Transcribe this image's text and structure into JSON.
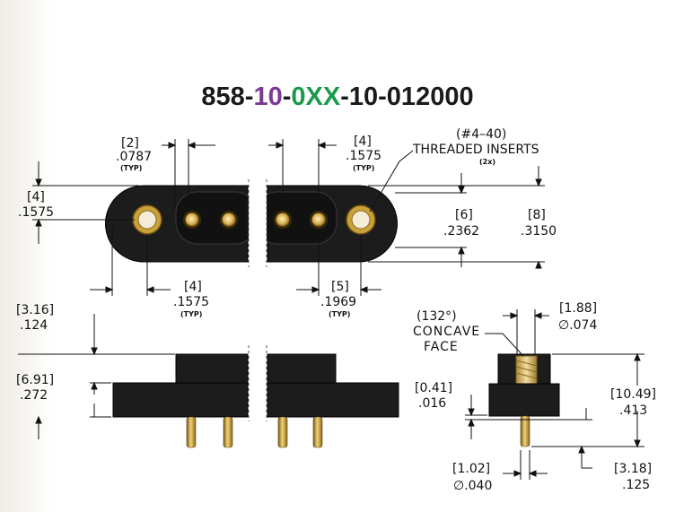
{
  "title": {
    "p1": "858-",
    "p2": "10",
    "p3": "-",
    "p4": "0XX",
    "p5": "-10-012000",
    "colors": {
      "base": "#1a1a1a",
      "purple": "#7b3a96",
      "green": "#1a9a4a"
    }
  },
  "dims": {
    "d1": {
      "mm": "[2]",
      "in": ".0787",
      "note": "(TYP)"
    },
    "d2": {
      "mm": "[4]",
      "in": ".1575",
      "note": "(TYP)"
    },
    "d3": {
      "line1": "(#4–40)",
      "line2": "THREADED INSERTS",
      "note": "(2x)"
    },
    "d4": {
      "mm": "[4]",
      "in": ".1575"
    },
    "d5": {
      "mm": "[6]",
      "in": ".2362"
    },
    "d6": {
      "mm": "[8]",
      "in": ".3150"
    },
    "d7": {
      "mm": "[4]",
      "in": ".1575",
      "note": "(TYP)"
    },
    "d8": {
      "mm": "[5]",
      "in": ".1969",
      "note": "(TYP)"
    },
    "d9": {
      "mm": "[3.16]",
      "in": ".124"
    },
    "d10": {
      "mm": "[6.91]",
      "in": ".272"
    },
    "d11": {
      "line1": "(132°)",
      "line2": "CONCAVE",
      "line3": "FACE"
    },
    "d12": {
      "mm": "[1.88]",
      "in": "∅.074"
    },
    "d13": {
      "mm": "[0.41]",
      "in": ".016"
    },
    "d14": {
      "mm": "[10.49]",
      "in": ".413"
    },
    "d15": {
      "mm": "[1.02]",
      "in": "∅.040"
    },
    "d16": {
      "mm": "[3.18]",
      "in": ".125"
    }
  }
}
